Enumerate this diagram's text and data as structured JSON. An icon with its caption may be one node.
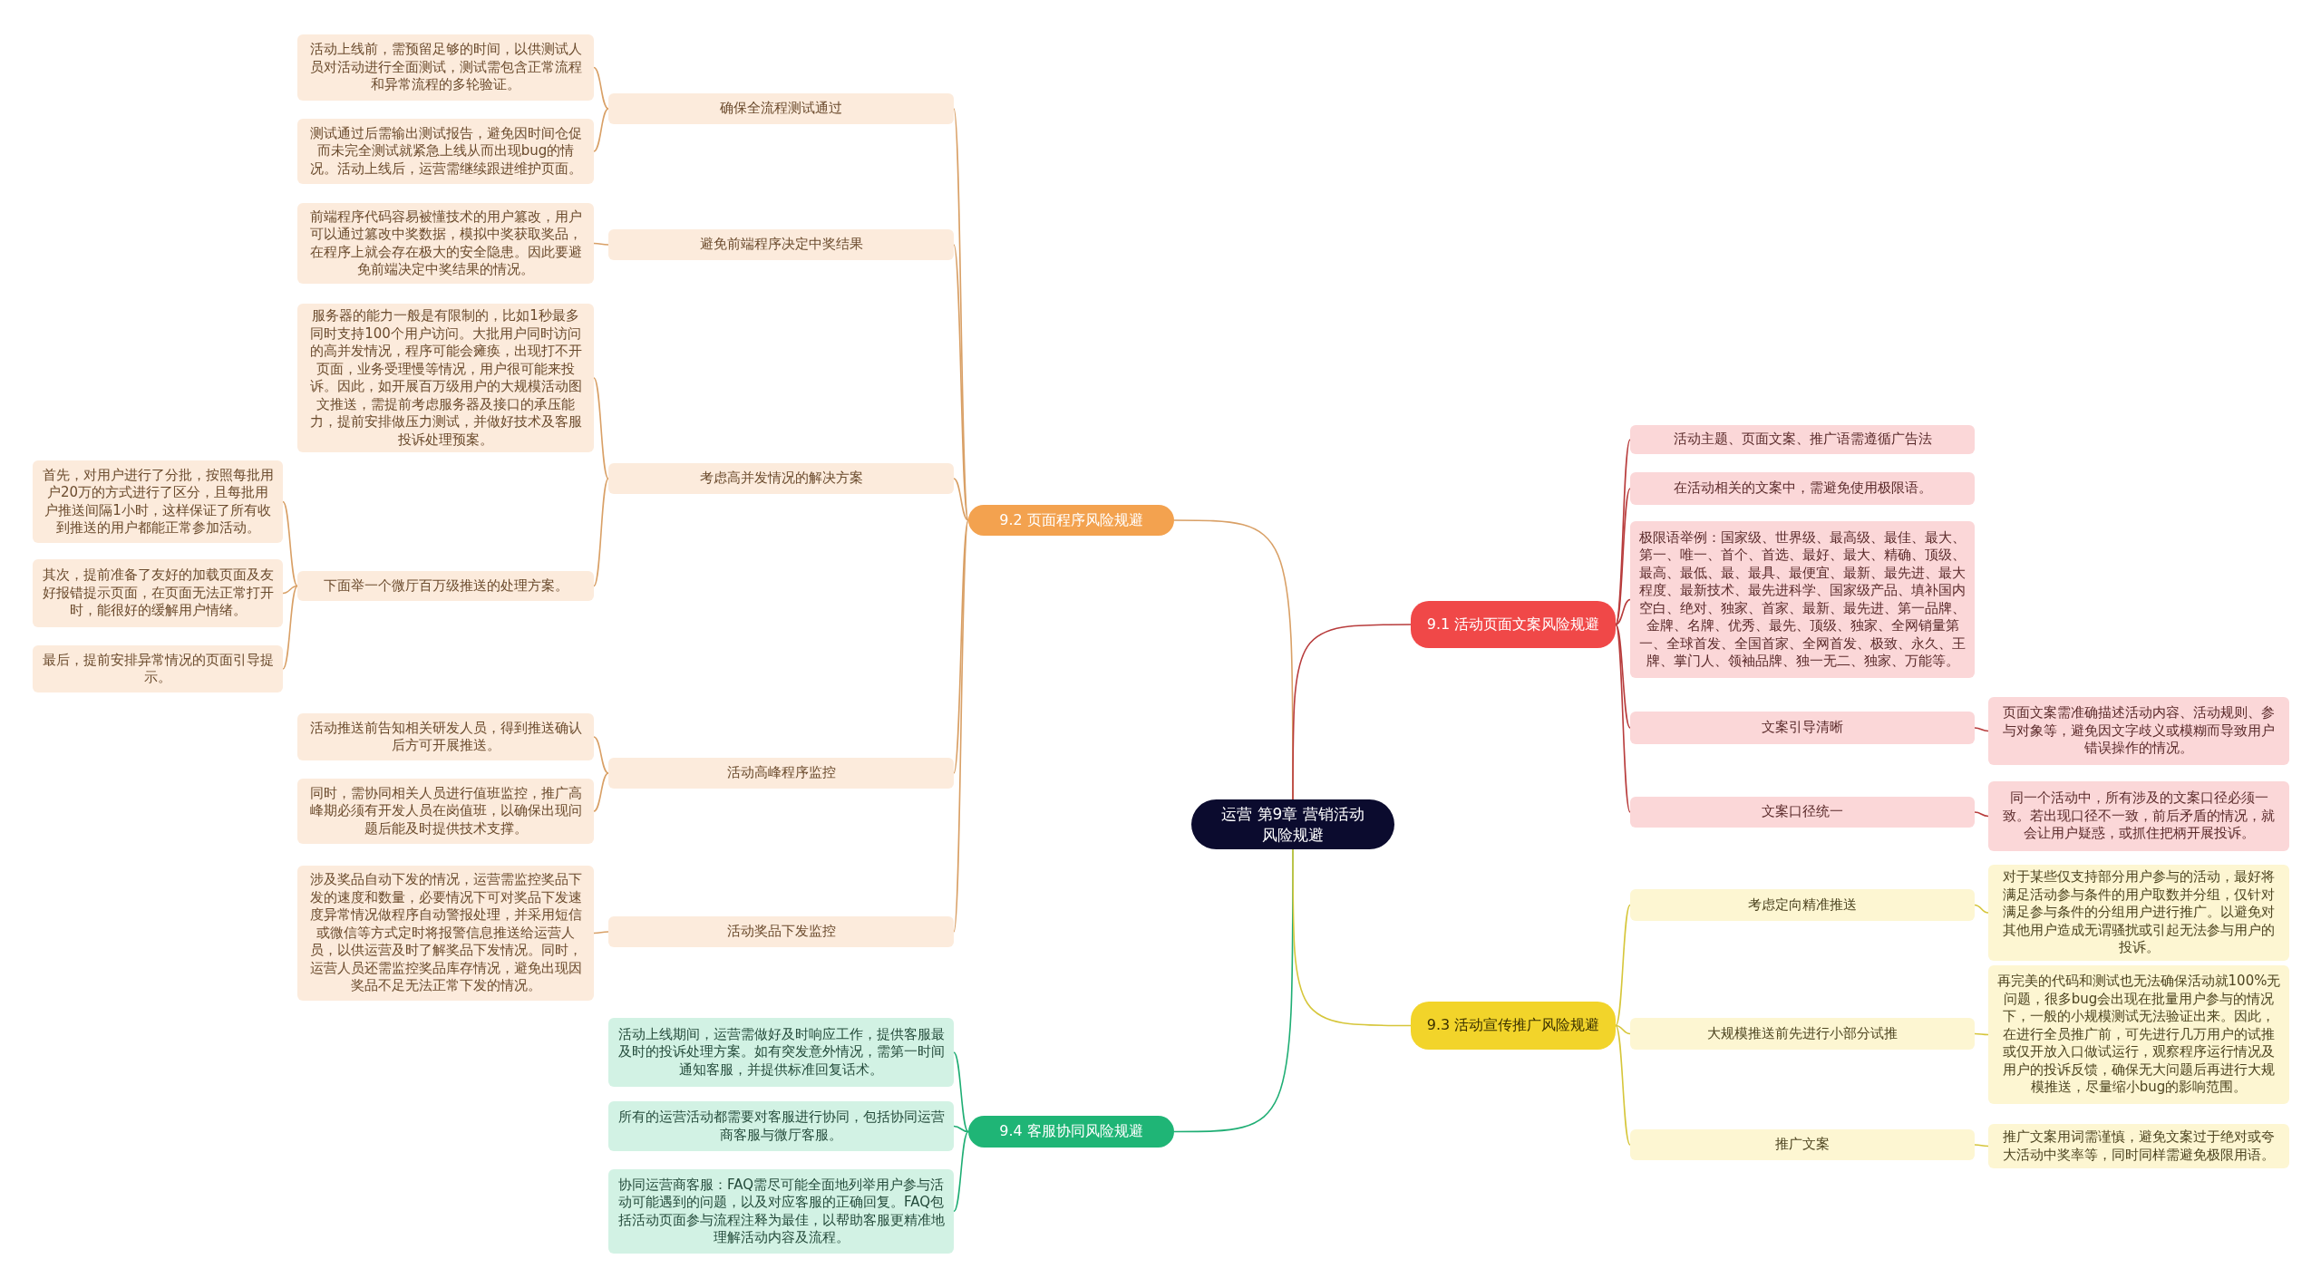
{
  "diagram": {
    "nodes": [
      {
        "text": [
          "运营 第9章 营销活动风险规避"
        ]
      },
      {
        "text": [
          "9.2 页面程序风险规避"
        ]
      },
      {
        "text": [
          "确保全流程测试通过"
        ]
      },
      {
        "text": [
          "活动上线前，需预留足够的时间，以供测试人员对活动进行全面测试，测试需包含正常流程和异常流程的多轮验证。"
        ]
      },
      {
        "text": [
          "测试通过后需输出测试报告，避免因时间仓促而未完全测试就紧急上线从而出现bug的情况。活动上线后，运营需继续跟进维护页面。"
        ]
      },
      {
        "text": [
          "避免前端程序决定中奖结果"
        ]
      },
      {
        "text": [
          "前端程序代码容易被懂技术的用户篡改，用户可以通过篡改中奖数据，模拟中奖获取奖品，在程序上就会存在极大的安全隐患。因此要避免前端决定中奖结果的情况。"
        ]
      },
      {
        "text": [
          "考虑高并发情况的解决方案"
        ]
      },
      {
        "text": [
          "服务器的能力一般是有限制的，比如1秒最多同时支持100个用户访问。大批用户同时访问的高并发情况，程序可能会瘫痪，出现打不开页面，业务受理慢等情况，用户很可能来投诉。因此，如开展百万级用户的大规模活动图文推送，需提前考虑服务器及接口的承压能力，提前安排做压力测试，并做好技术及客服投诉处理预案。"
        ]
      },
      {
        "text": [
          "下面举一个微厅百万级推送的处理方案。"
        ]
      },
      {
        "text": [
          "首先，对用户进行了分批，按照每批用户20万的方式进行了区分，且每批用户推送间隔1小时，这样保证了所有收到推送的用户都能正常参加活动。"
        ]
      },
      {
        "text": [
          "其次，提前准备了友好的加载页面及友好报错提示页面，在页面无法正常打开时，能很好的缓解用户情绪。"
        ]
      },
      {
        "text": [
          "最后，提前安排异常情况的页面引导提示。"
        ]
      },
      {
        "text": [
          "活动高峰程序监控"
        ]
      },
      {
        "text": [
          "活动推送前告知相关研发人员，得到推送确认后方可开展推送。"
        ]
      },
      {
        "text": [
          "同时，需协同相关人员进行值班监控，推广高峰期必须有开发人员在岗值班，以确保出现问题后能及时提供技术支撑。"
        ]
      },
      {
        "text": [
          "活动奖品下发监控"
        ]
      },
      {
        "text": [
          "涉及奖品自动下发的情况，运营需监控奖品下发的速度和数量，必要情况下可对奖品下发速度异常情况做程序自动警报处理，并采用短信或微信等方式定时将报警信息推送给运营人员，以供运营及时了解奖品下发情况。同时，运营人员还需监控奖品库存情况，避免出现因奖品不足无法正常下发的情况。"
        ]
      },
      {
        "text": [
          "9.4 客服协同风险规避"
        ]
      },
      {
        "text": [
          "活动上线期间，运营需做好及时响应工作，提供客服最及时的投诉处理方案。如有突发意外情况，需第一时间通知客服，并提供标准回复话术。"
        ]
      },
      {
        "text": [
          "所有的运营活动都需要对客服进行协同，包括协同运营商客服与微厅客服。"
        ]
      },
      {
        "text": [
          "协同运营商客服：FAQ需尽可能全面地列举用户参与活动可能遇到的问题，以及对应客服的正确回复。FAQ包括活动页面参与流程注释为最佳，以帮助客服更精准地理解活动内容及流程。"
        ]
      },
      {
        "text": [
          "9.1 活动页面文案风险规避"
        ]
      },
      {
        "text": [
          "活动主题、页面文案、推广语需遵循广告法"
        ]
      },
      {
        "text": [
          "在活动相关的文案中，需避免使用极限语。"
        ]
      },
      {
        "text": [
          "极限语举例：国家级、世界级、最高级、最佳、最大、第一、唯一、首个、首选、最好、最大、精确、顶级、最高、最低、最、最具、最便宜、最新、最先进、最大程度、最新技术、最先进科学、国家级产品、填补国内空白、绝对、独家、首家、最新、最先进、第一品牌、金牌、名牌、优秀、最先、顶级、独家、全网销量第一、全球首发、全国首家、全网首发、极致、永久、王牌、掌门人、领袖品牌、独一无二、独家、万能等。"
        ]
      },
      {
        "text": [
          "文案引导清晰"
        ]
      },
      {
        "text": [
          "页面文案需准确描述活动内容、活动规则、参与对象等，避免因文字歧义或模糊而导致用户错误操作的情况。"
        ]
      },
      {
        "text": [
          "文案口径统一"
        ]
      },
      {
        "text": [
          "同一个活动中，所有涉及的文案口径必须一致。若出现口径不一致，前后矛盾的情况，就会让用户疑惑，或抓住把柄开展投诉。"
        ]
      },
      {
        "text": [
          "9.3 活动宣传推广风险规避"
        ]
      },
      {
        "text": [
          "考虑定向精准推送"
        ]
      },
      {
        "text": [
          "对于某些仅支持部分用户参与的活动，最好将满足活动参与条件的用户取数并分组，仅针对满足参与条件的分组用户进行推广。以避免对其他用户造成无谓骚扰或引起无法参与用户的投诉。"
        ]
      },
      {
        "text": [
          "大规模推送前先进行小部分试推"
        ]
      },
      {
        "text": [
          "再完美的代码和测试也无法确保活动就100%无问题，很多bug会出现在批量用户参与的情况下，一般的小规模测试无法验证出来。因此，在进行全员推广前，可先进行几万用户的试推或仅开放入口做试运行，观察程序运行情况及用户的投诉反馈，确保无大问题后再进行大规模推送，尽量缩小bug的影响范围。"
        ]
      },
      {
        "text": [
          "推广文案"
        ]
      },
      {
        "text": [
          "推广文案用词需谨慎，避免文案过于绝对或夸大活动中奖率等，同时同样需避免极限用语。"
        ]
      }
    ],
    "edges": [
      {
        "from": 0,
        "to": 1,
        "arrow": "none"
      },
      {
        "from": 1,
        "to": 2,
        "arrow": "none"
      },
      {
        "from": 2,
        "to": 3,
        "arrow": "none"
      },
      {
        "from": 2,
        "to": 4,
        "arrow": "none"
      },
      {
        "from": 1,
        "to": 5,
        "arrow": "none"
      },
      {
        "from": 5,
        "to": 6,
        "arrow": "none"
      },
      {
        "from": 1,
        "to": 7,
        "arrow": "none"
      },
      {
        "from": 7,
        "to": 8,
        "arrow": "none"
      },
      {
        "from": 7,
        "to": 9,
        "arrow": "none"
      },
      {
        "from": 9,
        "to": 10,
        "arrow": "none"
      },
      {
        "from": 9,
        "to": 11,
        "arrow": "none"
      },
      {
        "from": 9,
        "to": 12,
        "arrow": "none"
      },
      {
        "from": 1,
        "to": 13,
        "arrow": "none"
      },
      {
        "from": 13,
        "to": 14,
        "arrow": "none"
      },
      {
        "from": 13,
        "to": 15,
        "arrow": "none"
      },
      {
        "from": 1,
        "to": 16,
        "arrow": "none"
      },
      {
        "from": 16,
        "to": 17,
        "arrow": "none"
      },
      {
        "from": 0,
        "to": 18,
        "arrow": "none",
        "color": "#1fae74"
      },
      {
        "from": 18,
        "to": 19,
        "arrow": "none",
        "color": "#1fae74"
      },
      {
        "from": 18,
        "to": 20,
        "arrow": "none",
        "color": "#1fae74"
      },
      {
        "from": 18,
        "to": 21,
        "arrow": "none",
        "color": "#1fae74"
      },
      {
        "from": 0,
        "to": 22,
        "arrow": "none",
        "color": "#b83c3c"
      },
      {
        "from": 22,
        "to": 23,
        "arrow": "none",
        "color": "#b83c3c"
      },
      {
        "from": 22,
        "to": 24,
        "arrow": "none",
        "color": "#b83c3c"
      },
      {
        "from": 22,
        "to": 25,
        "arrow": "none",
        "color": "#b83c3c"
      },
      {
        "from": 22,
        "to": 26,
        "arrow": "none",
        "color": "#b83c3c"
      },
      {
        "from": 26,
        "to": 27,
        "arrow": "none",
        "color": "#b83c3c"
      },
      {
        "from": 22,
        "to": 28,
        "arrow": "none",
        "color": "#b83c3c"
      },
      {
        "from": 28,
        "to": 29,
        "arrow": "none",
        "color": "#b83c3c"
      },
      {
        "from": 0,
        "to": 30,
        "arrow": "none",
        "color": "#d6c63a"
      },
      {
        "from": 30,
        "to": 31,
        "arrow": "none",
        "color": "#d6c63a"
      },
      {
        "from": 31,
        "to": 32,
        "arrow": "none",
        "color": "#d6c63a"
      },
      {
        "from": 30,
        "to": 33,
        "arrow": "none",
        "color": "#d6c63a"
      },
      {
        "from": 33,
        "to": 34,
        "arrow": "none",
        "color": "#d6c63a"
      },
      {
        "from": 30,
        "to": 35,
        "arrow": "none",
        "color": "#d6c63a"
      },
      {
        "from": 35,
        "to": 36,
        "arrow": "none",
        "color": "#d6c63a"
      }
    ]
  }
}
